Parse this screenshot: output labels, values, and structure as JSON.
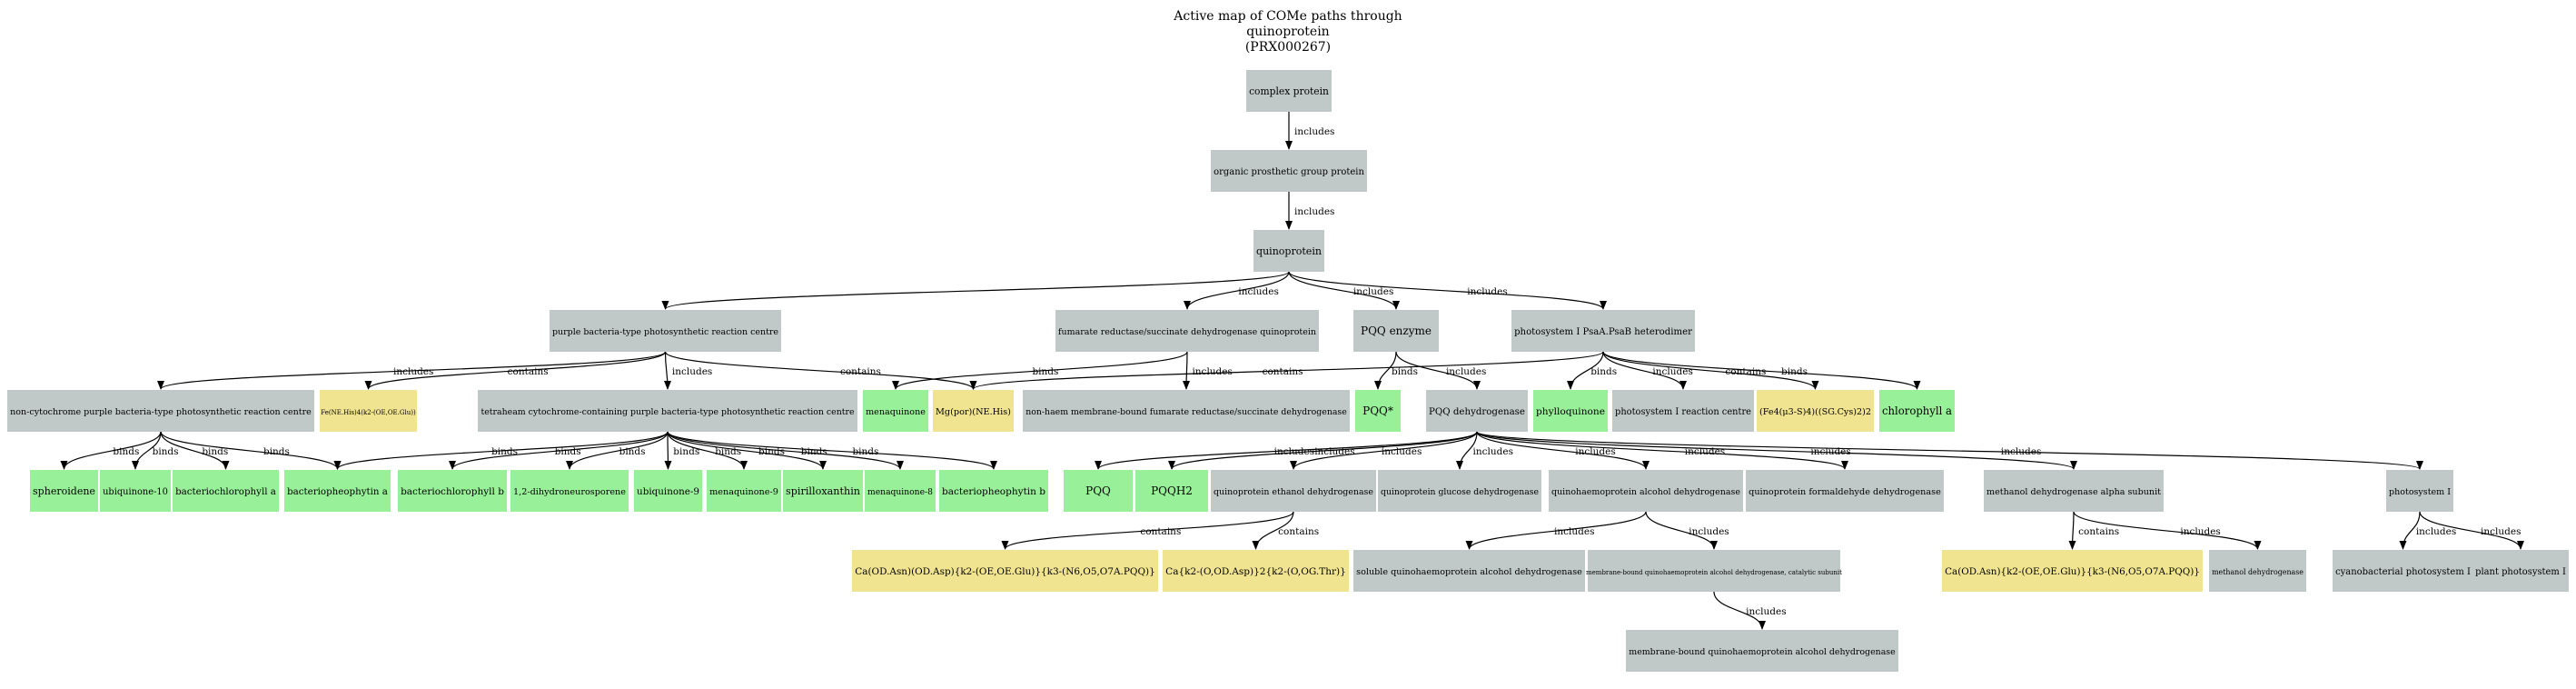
{
  "title_lines": [
    "Active map of COMe paths through",
    "quinoprotein",
    "(PRX000267)"
  ],
  "colors": {
    "protein": "#c0c8c8",
    "small_molecule": "#98f098",
    "metal_cluster": "#f0e490",
    "edge": "#000000"
  },
  "nodes": [
    {
      "id": "n0",
      "label": "complex protein",
      "kind": "protein"
    },
    {
      "id": "n1",
      "label": "organic prosthetic group protein",
      "kind": "protein"
    },
    {
      "id": "n2",
      "label": "quinoprotein",
      "kind": "protein"
    },
    {
      "id": "n3",
      "label": "purple bacteria-type photosynthetic reaction centre",
      "kind": "protein"
    },
    {
      "id": "n4",
      "label": "fumarate reductase/succinate dehydrogenase quinoprotein",
      "kind": "protein"
    },
    {
      "id": "n5",
      "label": "PQQ enzyme",
      "kind": "protein"
    },
    {
      "id": "n6",
      "label": "photosystem I PsaA.PsaB heterodimer",
      "kind": "protein"
    },
    {
      "id": "n7",
      "label": "non-cytochrome purple bacteria-type photosynthetic reaction centre",
      "kind": "protein"
    },
    {
      "id": "n8",
      "label": "Fe(NE.His)4(k2-(OE,OE.Glu))",
      "kind": "metal_cluster"
    },
    {
      "id": "n9",
      "label": "tetraheam cytochrome-containing purple bacteria-type photosynthetic reaction centre",
      "kind": "protein"
    },
    {
      "id": "n10",
      "label": "menaquinone",
      "kind": "small_molecule"
    },
    {
      "id": "n11",
      "label": "Mg(por)(NE.His)",
      "kind": "metal_cluster"
    },
    {
      "id": "n12",
      "label": "non-haem membrane-bound fumarate reductase/succinate dehydrogenase",
      "kind": "protein"
    },
    {
      "id": "n13",
      "label": "PQQ*",
      "kind": "small_molecule"
    },
    {
      "id": "n14",
      "label": "PQQ dehydrogenase",
      "kind": "protein"
    },
    {
      "id": "n15",
      "label": "phylloquinone",
      "kind": "small_molecule"
    },
    {
      "id": "n16",
      "label": "photosystem I reaction centre",
      "kind": "protein"
    },
    {
      "id": "n17",
      "label": "(Fe4(μ3-S)4)((SG.Cys)2)2",
      "kind": "metal_cluster"
    },
    {
      "id": "n18",
      "label": "chlorophyll a",
      "kind": "small_molecule"
    },
    {
      "id": "n19",
      "label": "spheroidene",
      "kind": "small_molecule"
    },
    {
      "id": "n20",
      "label": "ubiquinone-10",
      "kind": "small_molecule"
    },
    {
      "id": "n21",
      "label": "bacteriochlorophyll a",
      "kind": "small_molecule"
    },
    {
      "id": "n22",
      "label": "bacteriopheophytin a",
      "kind": "small_molecule"
    },
    {
      "id": "n23",
      "label": "bacteriochlorophyll b",
      "kind": "small_molecule"
    },
    {
      "id": "n24",
      "label": "1,2-dihydroneurosporene",
      "kind": "small_molecule"
    },
    {
      "id": "n25",
      "label": "ubiquinone-9",
      "kind": "small_molecule"
    },
    {
      "id": "n26",
      "label": "menaquinone-9",
      "kind": "small_molecule"
    },
    {
      "id": "n27",
      "label": "spirilloxanthin",
      "kind": "small_molecule"
    },
    {
      "id": "n28",
      "label": "menaquinone-8",
      "kind": "small_molecule"
    },
    {
      "id": "n29",
      "label": "bacteriopheophytin b",
      "kind": "small_molecule"
    },
    {
      "id": "n30",
      "label": "PQQ",
      "kind": "small_molecule"
    },
    {
      "id": "n31",
      "label": "PQQH2",
      "kind": "small_molecule"
    },
    {
      "id": "n32",
      "label": "quinoprotein ethanol dehydrogenase",
      "kind": "protein"
    },
    {
      "id": "n33",
      "label": "quinoprotein glucose dehydrogenase",
      "kind": "protein"
    },
    {
      "id": "n34",
      "label": "quinohaemoprotein alcohol dehydrogenase",
      "kind": "protein"
    },
    {
      "id": "n35",
      "label": "quinoprotein formaldehyde dehydrogenase",
      "kind": "protein"
    },
    {
      "id": "n36",
      "label": "methanol dehydrogenase alpha subunit",
      "kind": "protein"
    },
    {
      "id": "n37",
      "label": "photosystem I",
      "kind": "protein"
    },
    {
      "id": "n38",
      "label": "Ca(OD.Asn)(OD.Asp){k2-(OE,OE.Glu)}{k3-(N6,O5,O7A.PQQ)}",
      "kind": "metal_cluster"
    },
    {
      "id": "n39",
      "label": "Ca{k2-(O,OD.Asp)}2{k2-(O,OG.Thr)}",
      "kind": "metal_cluster"
    },
    {
      "id": "n40",
      "label": "soluble quinohaemoprotein alcohol dehydrogenase",
      "kind": "protein"
    },
    {
      "id": "n41",
      "label": "membrane-bound quinohaemoprotein alcohol dehydrogenase, catalytic subunit",
      "kind": "protein"
    },
    {
      "id": "n42",
      "label": "Ca(OD.Asn){k2-(OE,OE.Glu)}{k3-(N6,O5,O7A.PQQ)}",
      "kind": "metal_cluster"
    },
    {
      "id": "n43",
      "label": "methanol dehydrogenase",
      "kind": "protein"
    },
    {
      "id": "n44",
      "label": "cyanobacterial photosystem I",
      "kind": "protein"
    },
    {
      "id": "n45",
      "label": "plant photosystem I",
      "kind": "protein"
    },
    {
      "id": "n46",
      "label": "membrane-bound quinohaemoprotein alcohol dehydrogenase",
      "kind": "protein"
    }
  ],
  "edges": [
    {
      "from": "n0",
      "to": "n1",
      "label": "includes"
    },
    {
      "from": "n1",
      "to": "n2",
      "label": "includes"
    },
    {
      "from": "n2",
      "to": "n3",
      "label": ""
    },
    {
      "from": "n2",
      "to": "n4",
      "label": "includes"
    },
    {
      "from": "n2",
      "to": "n5",
      "label": "includes"
    },
    {
      "from": "n2",
      "to": "n6",
      "label": "includes"
    },
    {
      "from": "n3",
      "to": "n7",
      "label": "includes"
    },
    {
      "from": "n3",
      "to": "n8",
      "label": "contains"
    },
    {
      "from": "n3",
      "to": "n9",
      "label": "includes"
    },
    {
      "from": "n3",
      "to": "n11",
      "label": "contains"
    },
    {
      "from": "n4",
      "to": "n10",
      "label": "binds"
    },
    {
      "from": "n4",
      "to": "n12",
      "label": "includes"
    },
    {
      "from": "n5",
      "to": "n13",
      "label": "binds"
    },
    {
      "from": "n5",
      "to": "n14",
      "label": "includes"
    },
    {
      "from": "n6",
      "to": "n11",
      "label": "contains"
    },
    {
      "from": "n6",
      "to": "n15",
      "label": "binds"
    },
    {
      "from": "n6",
      "to": "n16",
      "label": "includes"
    },
    {
      "from": "n6",
      "to": "n17",
      "label": "contains"
    },
    {
      "from": "n6",
      "to": "n18",
      "label": "binds"
    },
    {
      "from": "n7",
      "to": "n19",
      "label": "binds"
    },
    {
      "from": "n7",
      "to": "n20",
      "label": "binds"
    },
    {
      "from": "n7",
      "to": "n21",
      "label": "binds"
    },
    {
      "from": "n7",
      "to": "n22",
      "label": "binds"
    },
    {
      "from": "n9",
      "to": "n22",
      "label": "binds"
    },
    {
      "from": "n9",
      "to": "n23",
      "label": "binds"
    },
    {
      "from": "n9",
      "to": "n24",
      "label": "binds"
    },
    {
      "from": "n9",
      "to": "n25",
      "label": "binds"
    },
    {
      "from": "n9",
      "to": "n26",
      "label": "binds"
    },
    {
      "from": "n9",
      "to": "n27",
      "label": "binds"
    },
    {
      "from": "n9",
      "to": "n28",
      "label": "binds"
    },
    {
      "from": "n9",
      "to": "n29",
      "label": "binds"
    },
    {
      "from": "n14",
      "to": "n30",
      "label": "includes"
    },
    {
      "from": "n14",
      "to": "n31",
      "label": "includes"
    },
    {
      "from": "n14",
      "to": "n32",
      "label": "includes"
    },
    {
      "from": "n14",
      "to": "n33",
      "label": "includes"
    },
    {
      "from": "n14",
      "to": "n34",
      "label": "includes"
    },
    {
      "from": "n14",
      "to": "n35",
      "label": "includes"
    },
    {
      "from": "n14",
      "to": "n36",
      "label": "includes"
    },
    {
      "from": "n14",
      "to": "n37",
      "label": "includes"
    },
    {
      "from": "n32",
      "to": "n38",
      "label": "contains"
    },
    {
      "from": "n32",
      "to": "n39",
      "label": "contains"
    },
    {
      "from": "n34",
      "to": "n40",
      "label": "includes"
    },
    {
      "from": "n34",
      "to": "n41",
      "label": "includes"
    },
    {
      "from": "n36",
      "to": "n42",
      "label": "contains"
    },
    {
      "from": "n36",
      "to": "n43",
      "label": "includes"
    },
    {
      "from": "n37",
      "to": "n44",
      "label": "includes"
    },
    {
      "from": "n37",
      "to": "n45",
      "label": "includes"
    },
    {
      "from": "n41",
      "to": "n46",
      "label": "includes"
    }
  ]
}
